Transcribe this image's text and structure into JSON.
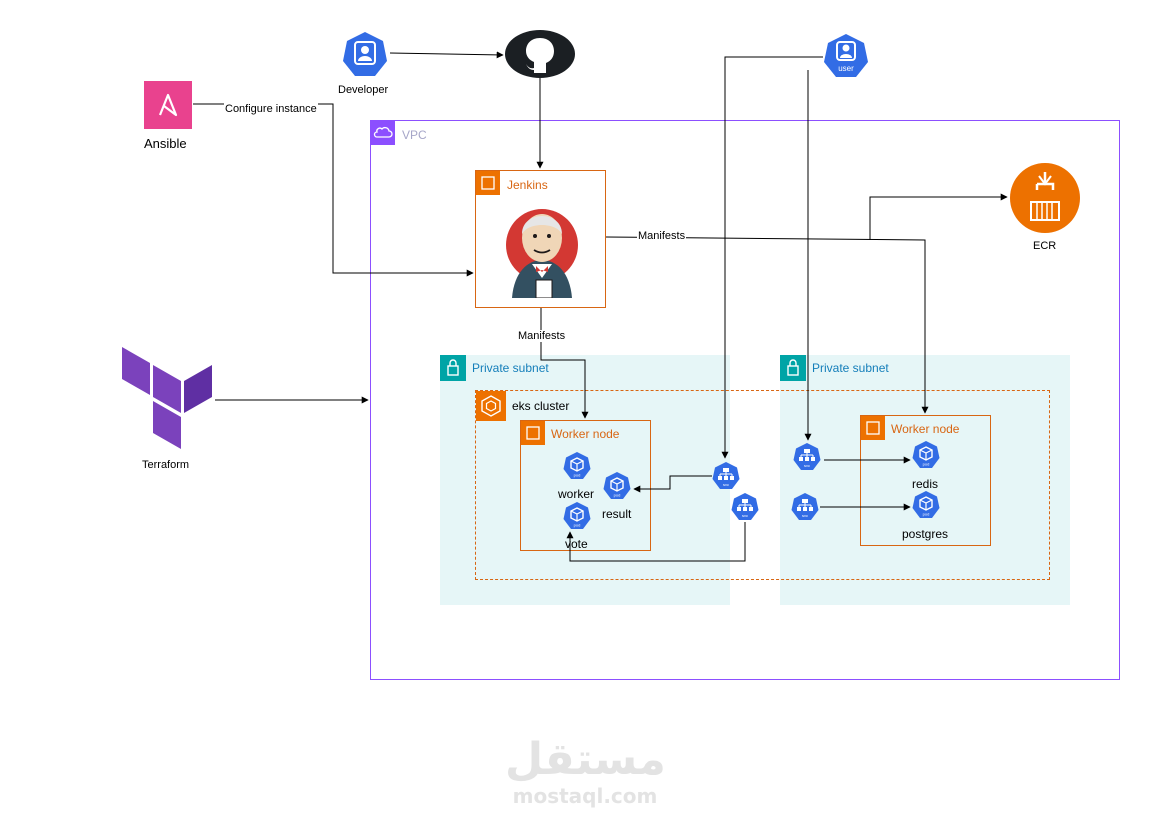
{
  "developer": {
    "label": "Developer"
  },
  "user": {
    "label": "user"
  },
  "ansible": {
    "label": "Ansible"
  },
  "terraform": {
    "label": "Terraform"
  },
  "ecr": {
    "label": "ECR"
  },
  "vpc": {
    "label": "VPC"
  },
  "jenkins": {
    "label": "Jenkins"
  },
  "edges": {
    "configure_instance": "Configure instance",
    "manifests_top": "Manifests",
    "manifests_bottom": "Manifests"
  },
  "subnets": [
    {
      "label": "Private subnet"
    },
    {
      "label": "Private subnet"
    }
  ],
  "eks": {
    "label": "eks cluster"
  },
  "worker_nodes": [
    {
      "label": "Worker node"
    },
    {
      "label": "Worker node"
    }
  ],
  "pods": {
    "worker": "worker",
    "result": "result",
    "vote": "vote",
    "redis": "redis",
    "postgres": "postgres"
  },
  "icon_text": {
    "pod": "pod",
    "svc": "svc"
  },
  "watermark": {
    "arabic": "مستقل",
    "latin": "mostaql.com"
  },
  "colors": {
    "aws_orange": "#ed7100",
    "vpc_purple": "#8c4fff",
    "subnet_teal": "#00a4a6",
    "k8s_blue": "#326ce5",
    "ansible_pink": "#e9428e",
    "terraform_purple": "#7b42bc"
  }
}
